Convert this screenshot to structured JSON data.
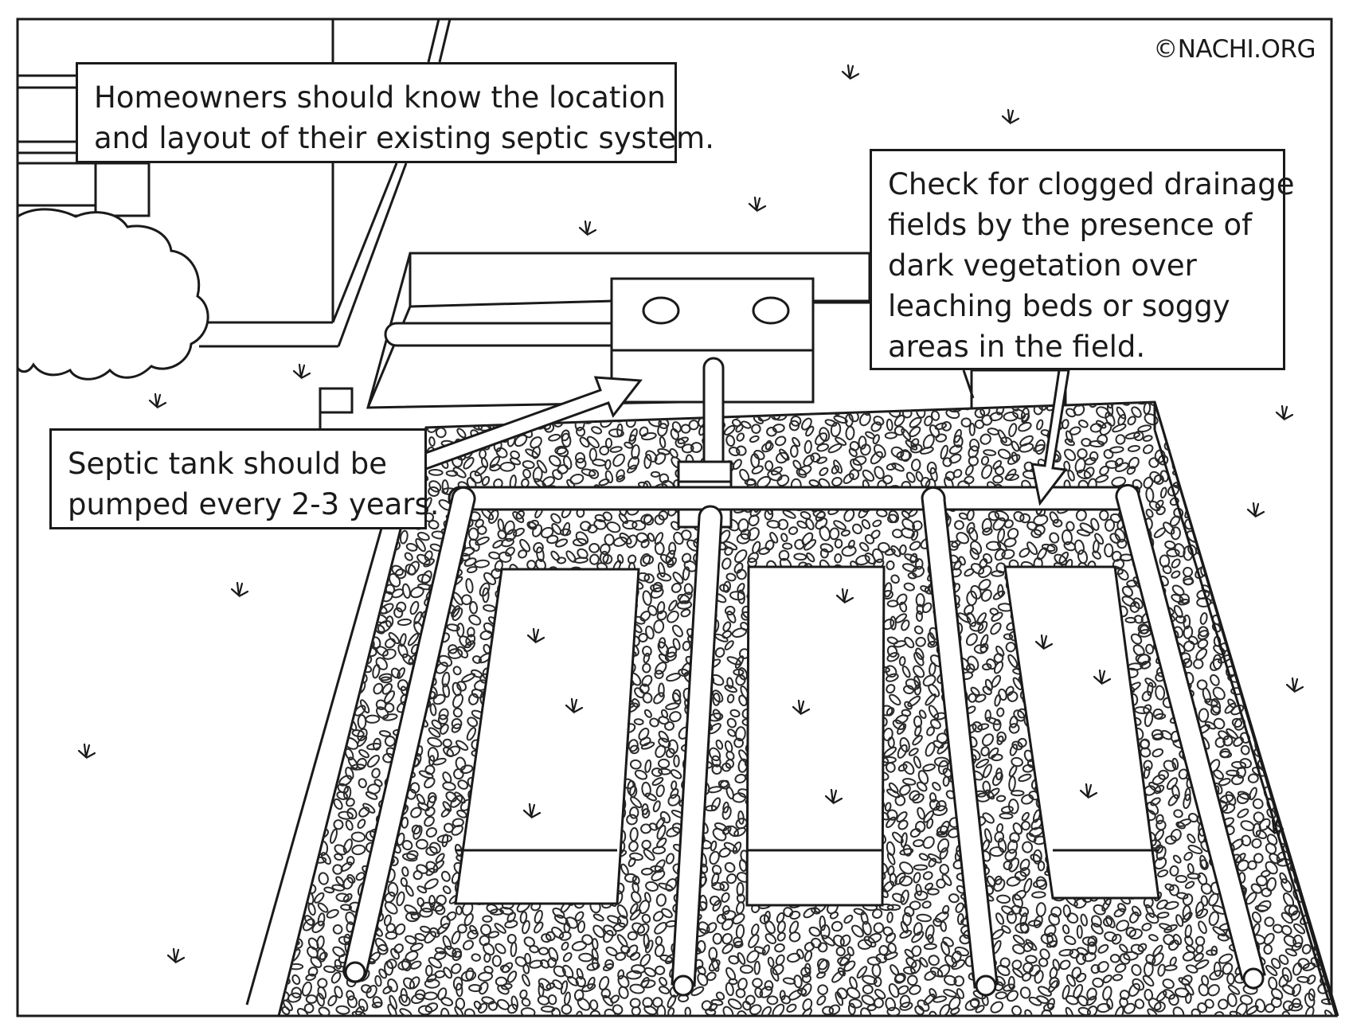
{
  "copyright": "©NACHI.ORG",
  "callouts": {
    "location": [
      "Homeowners should know the location",
      "and layout of their existing septic system."
    ],
    "pump": [
      "Septic tank should be",
      "pumped every 2-3 years."
    ],
    "clog": [
      "Check for clogged drainage",
      "fields by the presence of",
      "dark vegetation over",
      "leaching beds or soggy",
      "areas in the field."
    ]
  },
  "colors": {
    "ink": "#1a1a1a",
    "paper": "#ffffff"
  },
  "icons": [
    "grass-tuft-icon",
    "gravel-stone-icon",
    "shrub-icon"
  ]
}
